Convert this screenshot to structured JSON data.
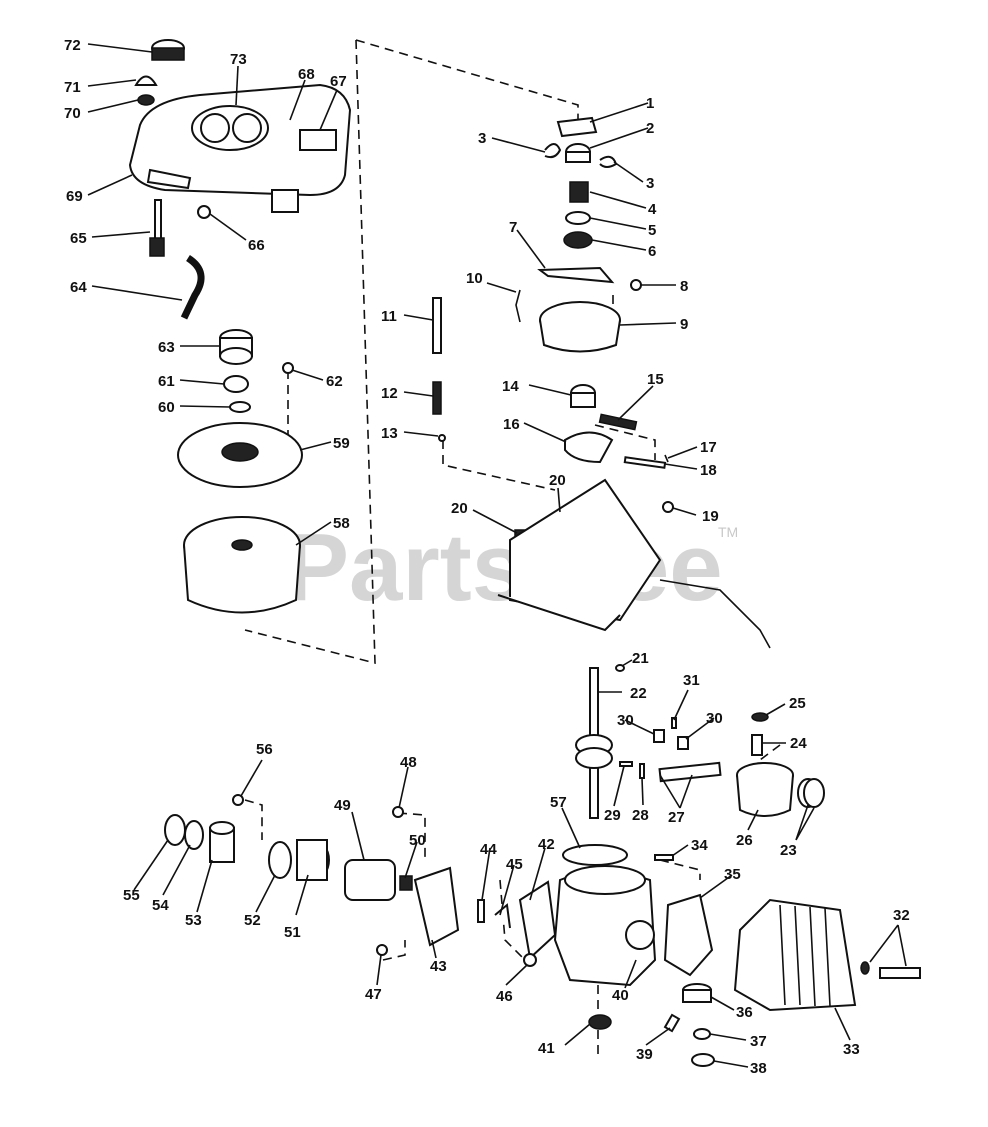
{
  "watermark": {
    "text": "PartsTree",
    "trademark": "TM"
  },
  "callouts": [
    {
      "label": "1"
    },
    {
      "label": "2"
    },
    {
      "label": "3"
    },
    {
      "label": "3"
    },
    {
      "label": "4"
    },
    {
      "label": "5"
    },
    {
      "label": "6"
    },
    {
      "label": "7"
    },
    {
      "label": "8"
    },
    {
      "label": "9"
    },
    {
      "label": "10"
    },
    {
      "label": "11"
    },
    {
      "label": "12"
    },
    {
      "label": "13"
    },
    {
      "label": "14"
    },
    {
      "label": "15"
    },
    {
      "label": "16"
    },
    {
      "label": "17"
    },
    {
      "label": "18"
    },
    {
      "label": "19"
    },
    {
      "label": "20"
    },
    {
      "label": "20"
    },
    {
      "label": "21"
    },
    {
      "label": "22"
    },
    {
      "label": "23"
    },
    {
      "label": "24"
    },
    {
      "label": "25"
    },
    {
      "label": "26"
    },
    {
      "label": "27"
    },
    {
      "label": "28"
    },
    {
      "label": "29"
    },
    {
      "label": "30"
    },
    {
      "label": "30"
    },
    {
      "label": "31"
    },
    {
      "label": "32"
    },
    {
      "label": "33"
    },
    {
      "label": "34"
    },
    {
      "label": "35"
    },
    {
      "label": "36"
    },
    {
      "label": "37"
    },
    {
      "label": "38"
    },
    {
      "label": "39"
    },
    {
      "label": "40"
    },
    {
      "label": "41"
    },
    {
      "label": "42"
    },
    {
      "label": "43"
    },
    {
      "label": "44"
    },
    {
      "label": "45"
    },
    {
      "label": "46"
    },
    {
      "label": "47"
    },
    {
      "label": "48"
    },
    {
      "label": "49"
    },
    {
      "label": "50"
    },
    {
      "label": "51"
    },
    {
      "label": "52"
    },
    {
      "label": "53"
    },
    {
      "label": "54"
    },
    {
      "label": "55"
    },
    {
      "label": "56"
    },
    {
      "label": "57"
    },
    {
      "label": "58"
    },
    {
      "label": "59"
    },
    {
      "label": "60"
    },
    {
      "label": "61"
    },
    {
      "label": "62"
    },
    {
      "label": "63"
    },
    {
      "label": "64"
    },
    {
      "label": "65"
    },
    {
      "label": "66"
    },
    {
      "label": "67"
    },
    {
      "label": "68"
    },
    {
      "label": "69"
    },
    {
      "label": "70"
    },
    {
      "label": "71"
    },
    {
      "label": "72"
    },
    {
      "label": "73"
    }
  ]
}
